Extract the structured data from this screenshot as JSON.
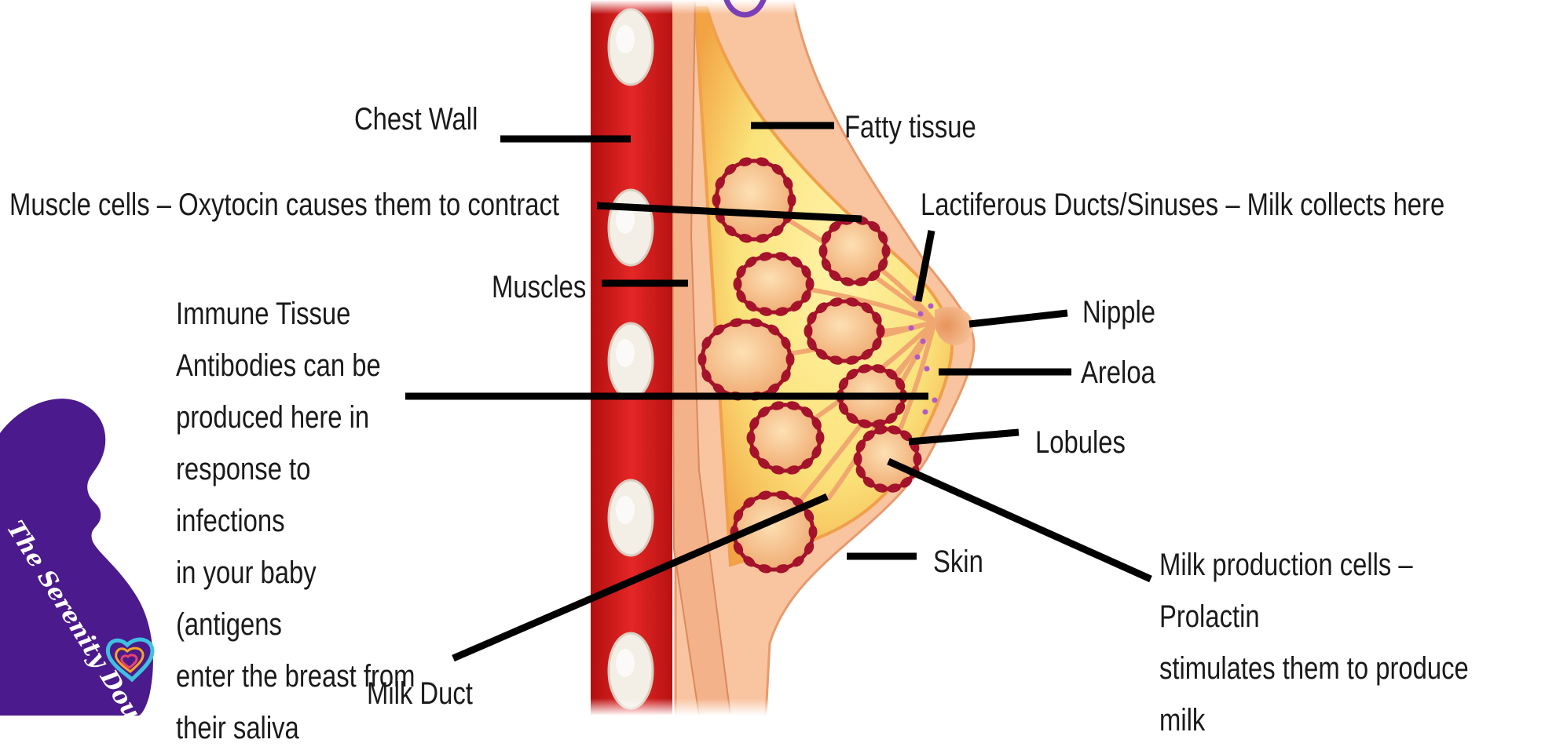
{
  "labels": {
    "chest_wall": "Chest Wall",
    "fatty_tissue": "Fatty tissue",
    "muscle_cells": "Muscle cells – Oxytocin causes them to contract",
    "lactiferous": "Lactiferous Ducts/Sinuses – Milk collects here",
    "muscles": "Muscles",
    "nipple": "Nipple",
    "areloa": "Areloa",
    "lobules": "Lobules",
    "skin": "Skin",
    "milk_duct": "Milk Duct",
    "immune_tissue": [
      "Immune Tissue",
      "Antibodies can be",
      "produced here in",
      "response to infections",
      "in your baby (antigens",
      "enter the breast from",
      "their saliva"
    ],
    "milk_production": [
      "Milk production cells – Prolactin",
      "stimulates them to produce milk"
    ]
  },
  "logo": {
    "text": "The Serenity Doula",
    "color": "#4b1a8c"
  },
  "colors": {
    "chest_wall": "#d81e1e",
    "fat": "#fbe27a",
    "lobule_outline": "#a3122a",
    "lobule_fill": "#f6c08a",
    "skin": "#f7b98d"
  }
}
